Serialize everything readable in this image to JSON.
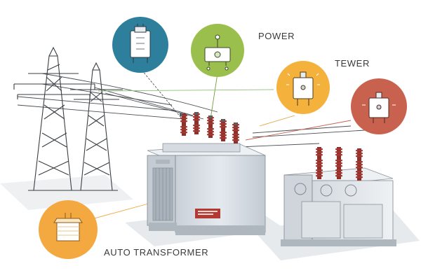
{
  "labels": {
    "power": "POWER",
    "tewer": "TEWER",
    "auto_transformer": "AUTO TRANSFORMER"
  },
  "plate_text": "",
  "colors": {
    "blue_circle": "#2e7f9b",
    "green_circle": "#9bbf4d",
    "yellow_circle": "#f4b23c",
    "red_circle": "#c8624f",
    "orange_circle": "#f3a93f",
    "bushing": "#8e2f2a",
    "tank": "#dbe1e6",
    "ground": "#e9ecef",
    "line": "#3a3f44"
  },
  "icons": [
    "blue-disconnect-switch-icon",
    "green-meter-switch-icon",
    "yellow-fuse-icon",
    "red-fuse-icon",
    "orange-transformer-core-icon"
  ]
}
